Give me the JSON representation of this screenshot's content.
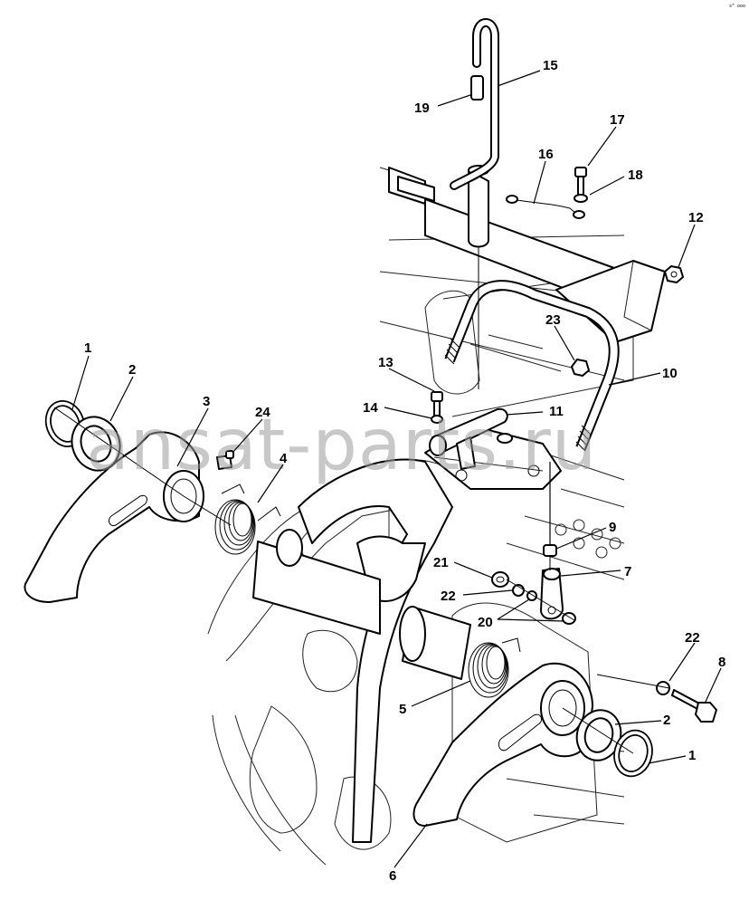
{
  "watermark": "ansat-parts.ru",
  "corner_code": "s^ ooo",
  "callouts": {
    "c1a": "1",
    "c2a": "2",
    "c3": "3",
    "c24": "24",
    "c4": "4",
    "c19": "19",
    "c15": "15",
    "c16": "16",
    "c17": "17",
    "c18": "18",
    "c12": "12",
    "c23": "23",
    "c13": "13",
    "c10": "10",
    "c14": "14",
    "c11": "11",
    "c9": "9",
    "c21": "21",
    "c7": "7",
    "c22a": "22",
    "c20": "20",
    "c5": "5",
    "c22b": "22",
    "c8": "8",
    "c2b": "2",
    "c1b": "1",
    "c6": "6"
  }
}
